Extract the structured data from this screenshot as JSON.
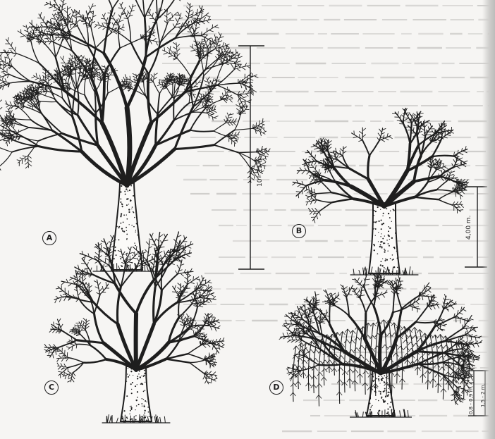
{
  "figure": {
    "panels": [
      {
        "id": "A",
        "label": "A",
        "height_label": "10 - 15 m."
      },
      {
        "id": "B",
        "label": "B",
        "height_label": "4,00 m."
      },
      {
        "id": "C",
        "label": "C",
        "height_label": ""
      },
      {
        "id": "D",
        "label": "D",
        "height_label": "0,8 - 0,9 m.",
        "height_label_2": "1,5 - 2 m."
      }
    ]
  },
  "colors": {
    "ink": "#1e1e1e",
    "paper": "#f6f5f3",
    "bleed_text": "#8d8b88"
  }
}
